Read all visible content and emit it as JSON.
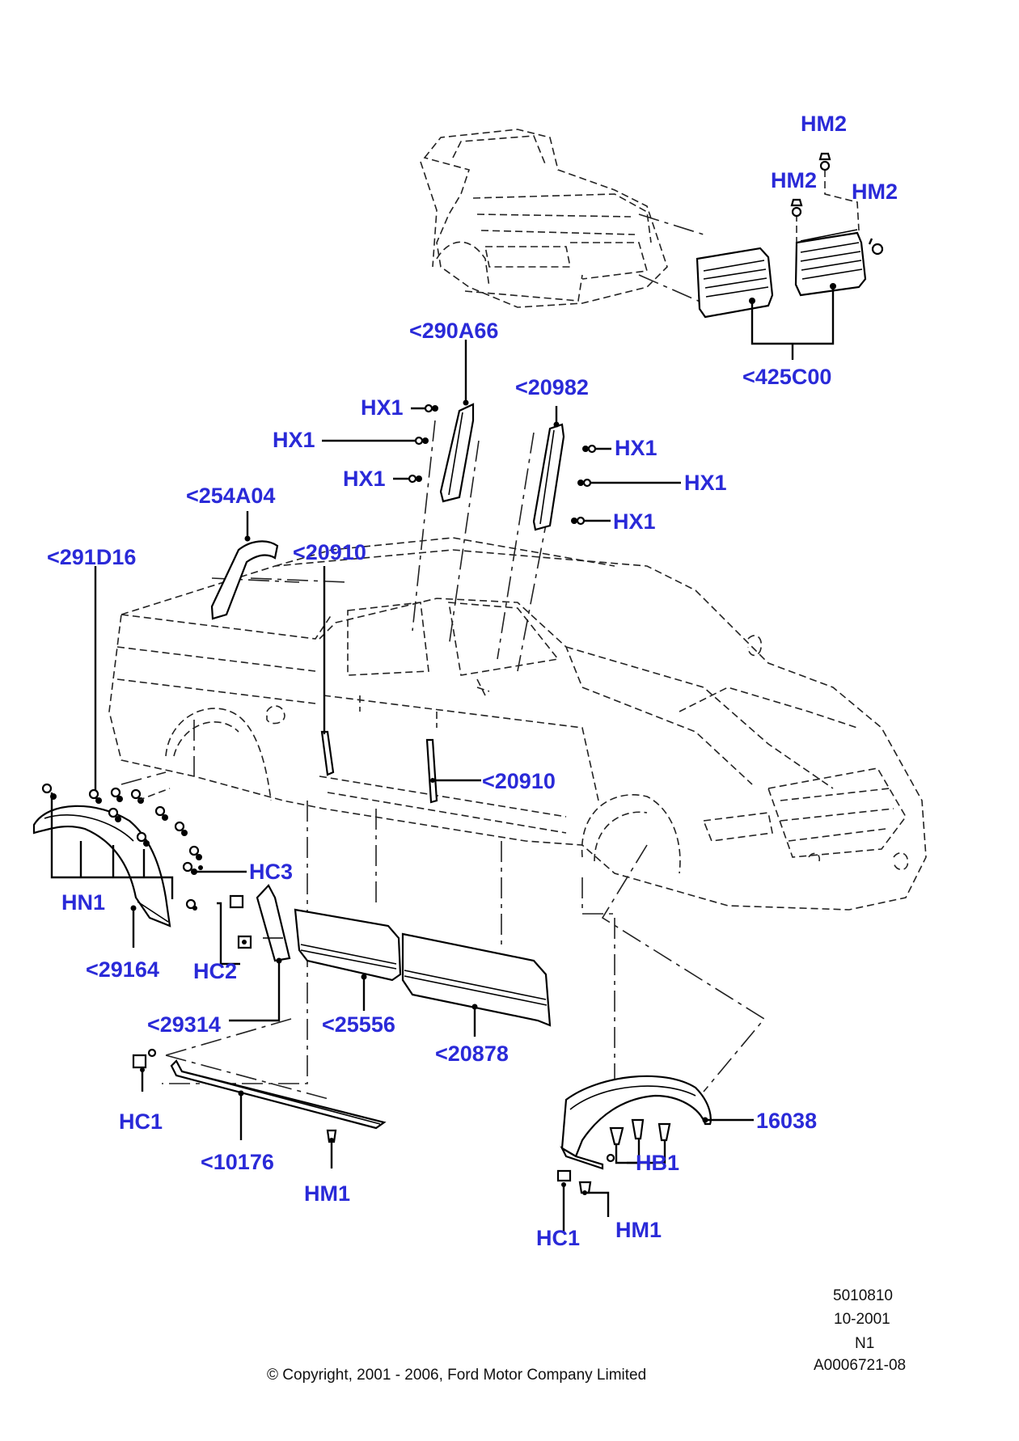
{
  "labels": {
    "hm2_top": "HM2",
    "hm2_left": "HM2",
    "hm2_right": "HM2",
    "p425c00": "<425C00",
    "p290a66": "<290A66",
    "p20982": "<20982",
    "hx1_a": "HX1",
    "hx1_b": "HX1",
    "hx1_c": "HX1",
    "hx1_d": "HX1",
    "hx1_e": "HX1",
    "hx1_f": "HX1",
    "p254a04": "<254A04",
    "p291d16": "<291D16",
    "p20910_a": "<20910",
    "p20910_b": "<20910",
    "hc3": "HC3",
    "hn1": "HN1",
    "p29164": "<29164",
    "hc2": "HC2",
    "p29314": "<29314",
    "p25556": "<25556",
    "p20878": "<20878",
    "hc1_a": "HC1",
    "p10176": "<10176",
    "hm1_a": "HM1",
    "p16038": "16038",
    "hb1": "HB1",
    "hc1_b": "HC1",
    "hm1_b": "HM1"
  },
  "meta": {
    "ref1": "5010810",
    "ref2": "10-2001",
    "ref3": "N1",
    "ref4": "A0006721-08",
    "copyright": "© Copyright, 2001 - 2006, Ford Motor Company Limited"
  },
  "colors": {
    "label": "#2a2ad8",
    "line": "#000000"
  }
}
